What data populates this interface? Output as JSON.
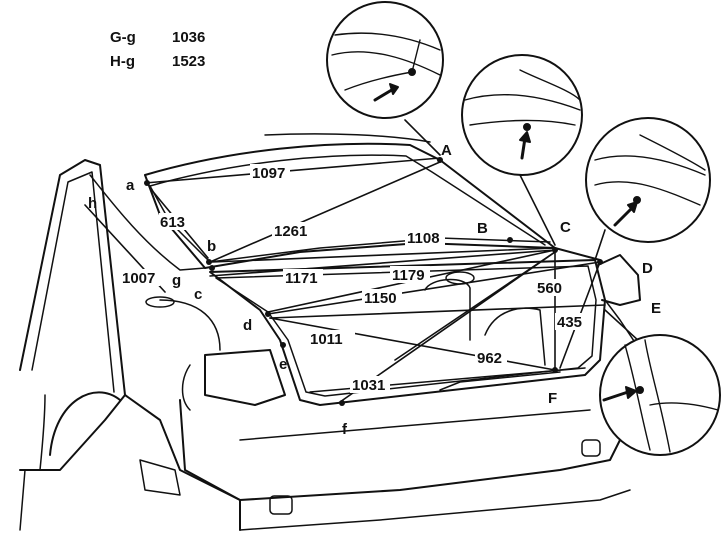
{
  "legend": [
    {
      "key": "G-g",
      "value": "1036"
    },
    {
      "key": "H-g",
      "value": "1523"
    }
  ],
  "point_labels": {
    "A": "A",
    "B": "B",
    "C": "C",
    "D": "D",
    "E": "E",
    "F": "F",
    "a": "a",
    "b": "b",
    "c": "c",
    "d": "d",
    "e": "e",
    "f": "f",
    "g": "g",
    "h": "h"
  },
  "measurements": {
    "m1097": "1097",
    "m613": "613",
    "m1261": "1261",
    "m1108": "1108",
    "m1007": "1007",
    "m1171": "1171",
    "m1179": "1179",
    "m1150": "1150",
    "m560": "560",
    "m435": "435",
    "m1011": "1011",
    "m962": "962",
    "m1031": "1031"
  }
}
